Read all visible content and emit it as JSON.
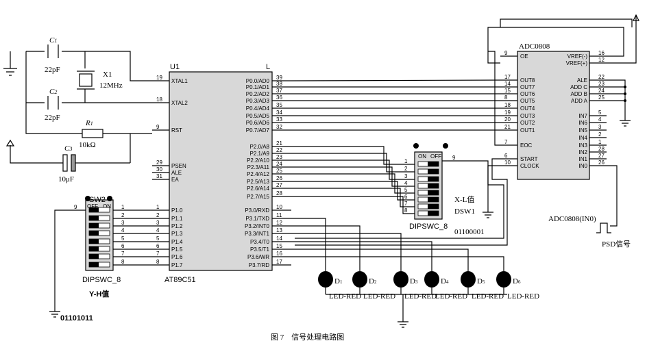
{
  "caption": "图 7　信号处理电路图",
  "mcu": {
    "ref": "U1",
    "corner": "L",
    "part": "AT89C51",
    "left_pins": [
      {
        "num": "19",
        "name": "XTAL1"
      },
      {
        "num": "18",
        "name": "XTAL2"
      },
      {
        "num": "9",
        "name": "RST"
      },
      {
        "num": "29",
        "name": "PSEN"
      },
      {
        "num": "30",
        "name": "ALE"
      },
      {
        "num": "31",
        "name": "EA"
      },
      {
        "num": "1",
        "name": "P1.0"
      },
      {
        "num": "2",
        "name": "P1.1"
      },
      {
        "num": "3",
        "name": "P1.2"
      },
      {
        "num": "4",
        "name": "P1.3"
      },
      {
        "num": "5",
        "name": "P1.4"
      },
      {
        "num": "6",
        "name": "P1.5"
      },
      {
        "num": "7",
        "name": "P1.6"
      },
      {
        "num": "8",
        "name": "P1.7"
      }
    ],
    "right_pins": [
      {
        "num": "39",
        "name": "P0.0/AD0"
      },
      {
        "num": "38",
        "name": "P0.1/AD1"
      },
      {
        "num": "37",
        "name": "P0.2/AD2"
      },
      {
        "num": "36",
        "name": "P0.3/AD3"
      },
      {
        "num": "35",
        "name": "P0.4/AD4"
      },
      {
        "num": "34",
        "name": "P0.5/AD5"
      },
      {
        "num": "33",
        "name": "P0.6/AD6"
      },
      {
        "num": "32",
        "name": "P0.7/AD7"
      },
      {
        "num": "21",
        "name": "P2.0/A8"
      },
      {
        "num": "22",
        "name": "P2.1/A9"
      },
      {
        "num": "23",
        "name": "P2.2/A10"
      },
      {
        "num": "24",
        "name": "P2.3/A11"
      },
      {
        "num": "25",
        "name": "P2.4/A12"
      },
      {
        "num": "26",
        "name": "P2.5/A13"
      },
      {
        "num": "27",
        "name": "P2.6/A14"
      },
      {
        "num": "28",
        "name": "P2.7/A15"
      },
      {
        "num": "10",
        "name": "P3.0/RXD"
      },
      {
        "num": "11",
        "name": "P3.1/TXD"
      },
      {
        "num": "12",
        "name": "P3.2/INT0"
      },
      {
        "num": "13",
        "name": "P3.3/INT1"
      },
      {
        "num": "14",
        "name": "P3.4/T0"
      },
      {
        "num": "15",
        "name": "P3.5/T1"
      },
      {
        "num": "16",
        "name": "P3.6/WR"
      },
      {
        "num": "17",
        "name": "P3.7/RD"
      }
    ]
  },
  "adc": {
    "part": "ADC0808",
    "left_pins": [
      {
        "num": "9",
        "name": "OE"
      },
      {
        "num": "17",
        "name": "OUT8"
      },
      {
        "num": "14",
        "name": "OUT7"
      },
      {
        "num": "15",
        "name": "OUT6"
      },
      {
        "num": "8",
        "name": "OUT5"
      },
      {
        "num": "18",
        "name": "OUT4"
      },
      {
        "num": "19",
        "name": "OUT3"
      },
      {
        "num": "20",
        "name": "OUT2"
      },
      {
        "num": "21",
        "name": "OUT1"
      },
      {
        "num": "7",
        "name": "EOC"
      },
      {
        "num": "6",
        "name": "START"
      },
      {
        "num": "10",
        "name": "CLOCK"
      }
    ],
    "right_pins": [
      {
        "num": "16",
        "name": "VREF(-)"
      },
      {
        "num": "12",
        "name": "VREF(+)"
      },
      {
        "num": "22",
        "name": "ALE"
      },
      {
        "num": "23",
        "name": "ADD C"
      },
      {
        "num": "24",
        "name": "ADD B"
      },
      {
        "num": "25",
        "name": "ADD A"
      },
      {
        "num": "5",
        "name": "IN7"
      },
      {
        "num": "4",
        "name": "IN6"
      },
      {
        "num": "3",
        "name": "IN5"
      },
      {
        "num": "2",
        "name": "IN4"
      },
      {
        "num": "1",
        "name": "IN3"
      },
      {
        "num": "28",
        "name": "IN2"
      },
      {
        "num": "27",
        "name": "IN1"
      },
      {
        "num": "26",
        "name": "IN0"
      }
    ],
    "input_label": "ADC0808(IN0)",
    "signal_label": "PSD信号"
  },
  "components": {
    "c1": {
      "ref": "C",
      "sub": "1",
      "value": "22pF"
    },
    "c2": {
      "ref": "C",
      "sub": "2",
      "value": "22pF"
    },
    "x1": {
      "ref": "X1",
      "value": "12MHz"
    },
    "r1": {
      "ref": "R",
      "sub": "1",
      "value": "10kΩ"
    },
    "c3": {
      "ref": "C",
      "sub": "3",
      "value": "10μF"
    }
  },
  "sw2": {
    "ref": "SW2",
    "off": "OFF",
    "on": "ON",
    "common_pin": "9",
    "part": "DIPSWC_8",
    "label": "Y-H值",
    "code": "01101011"
  },
  "dsw1": {
    "on": "ON",
    "off": "OFF",
    "common_pin": "9",
    "part": "DIPSWC_8",
    "label": "X-L值",
    "ref": "DSW1",
    "code": "01100001"
  },
  "leds": [
    {
      "ref": "D",
      "sub": "1",
      "label": "LED-RED"
    },
    {
      "ref": "D",
      "sub": "2",
      "label": "LED-RED"
    },
    {
      "ref": "D",
      "sub": "3",
      "label": "LED-RED"
    },
    {
      "ref": "D",
      "sub": "4",
      "label": "LED-RED"
    },
    {
      "ref": "D",
      "sub": "5",
      "label": "LED-RED"
    },
    {
      "ref": "D",
      "sub": "6",
      "label": "LED-RED"
    }
  ],
  "pins_1_8": [
    "1",
    "2",
    "3",
    "4",
    "5",
    "6",
    "7",
    "8"
  ]
}
